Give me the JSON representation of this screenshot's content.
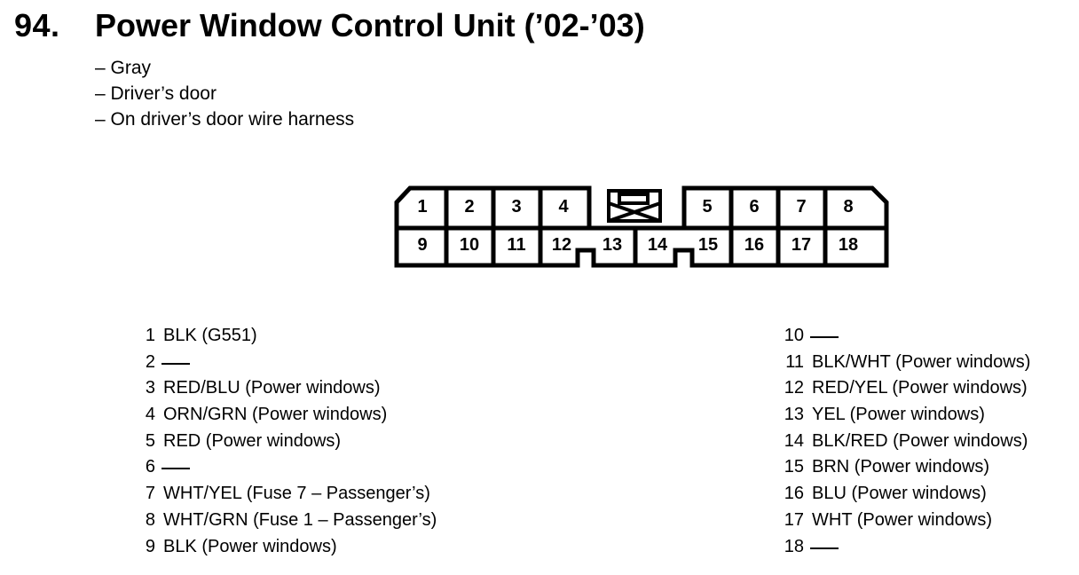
{
  "header": {
    "number": "94.",
    "title": "Power Window Control Unit (’02-’03)"
  },
  "info": [
    "– Gray",
    "– Driver’s door",
    "– On driver’s door wire harness"
  ],
  "connector": {
    "top_row_left": [
      "1",
      "2",
      "3",
      "4"
    ],
    "top_row_right": [
      "5",
      "6",
      "7",
      "8"
    ],
    "bottom_row": [
      "9",
      "10",
      "11",
      "12",
      "13",
      "14",
      "15",
      "16",
      "17",
      "18"
    ]
  },
  "pins_left": [
    {
      "num": "1",
      "desc": "BLK (G551)"
    },
    {
      "num": "2",
      "desc": ""
    },
    {
      "num": "3",
      "desc": "RED/BLU (Power windows)"
    },
    {
      "num": "4",
      "desc": "ORN/GRN (Power windows)"
    },
    {
      "num": "5",
      "desc": "RED (Power windows)"
    },
    {
      "num": "6",
      "desc": ""
    },
    {
      "num": "7",
      "desc": "WHT/YEL (Fuse 7 – Passenger’s)"
    },
    {
      "num": "8",
      "desc": "WHT/GRN (Fuse 1 – Passenger’s)"
    },
    {
      "num": "9",
      "desc": "BLK (Power windows)"
    }
  ],
  "pins_right": [
    {
      "num": "10",
      "desc": ""
    },
    {
      "num": "11",
      "desc": "BLK/WHT (Power windows)"
    },
    {
      "num": "12",
      "desc": "RED/YEL (Power windows)"
    },
    {
      "num": "13",
      "desc": "YEL (Power windows)"
    },
    {
      "num": "14",
      "desc": "BLK/RED (Power windows)"
    },
    {
      "num": "15",
      "desc": "BRN (Power windows)"
    },
    {
      "num": "16",
      "desc": "BLU (Power windows)"
    },
    {
      "num": "17",
      "desc": "WHT (Power windows)"
    },
    {
      "num": "18",
      "desc": ""
    }
  ]
}
